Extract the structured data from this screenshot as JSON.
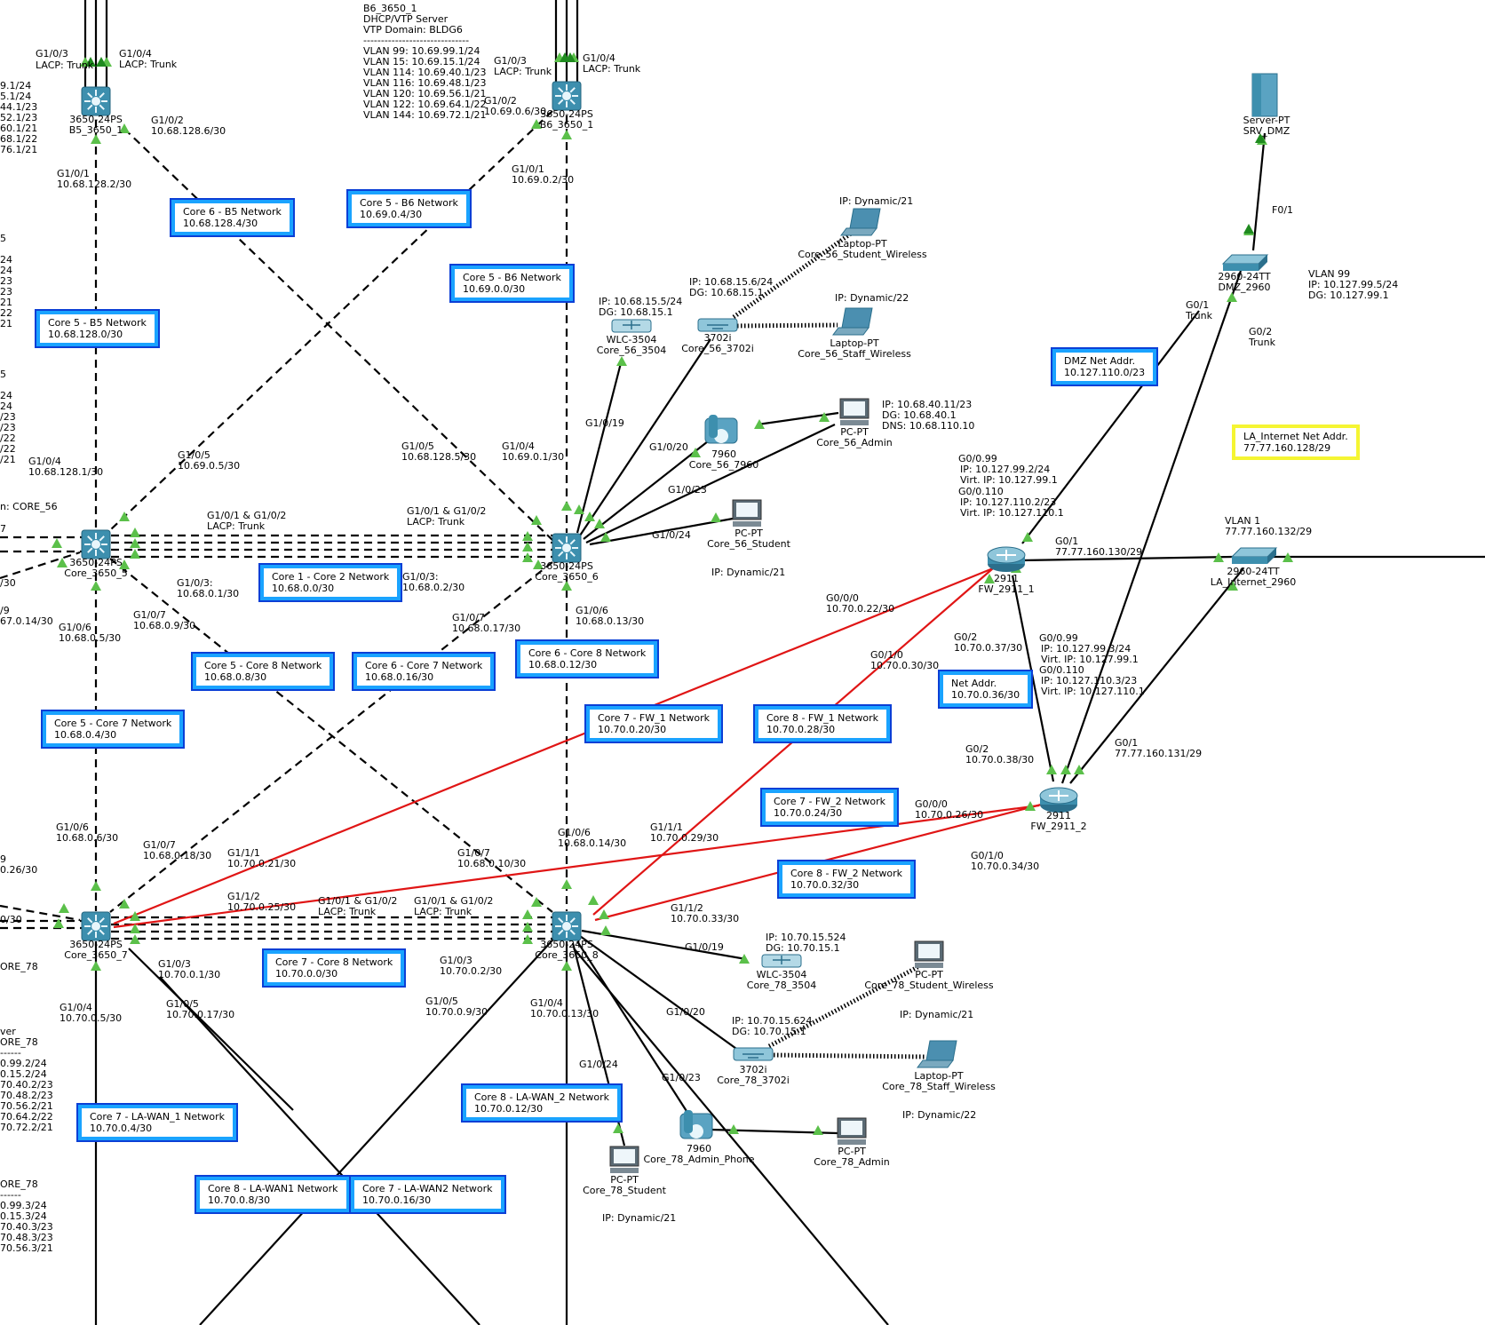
{
  "colors": {
    "ethernet": "#000000",
    "red_link": "#e01515",
    "port_up": "#5bc04a",
    "box_border": "#1aa3ff",
    "highlight_box": "#f5f532",
    "device": "#3d8fae"
  },
  "icons": {
    "switch_l3": "multilayer-switch-icon",
    "switch_l2": "switch-icon",
    "router": "router-icon",
    "pc": "pc-icon",
    "laptop": "laptop-icon",
    "phone": "ip-phone-icon",
    "ap": "access-point-icon",
    "wlc": "wireless-controller-icon",
    "server": "server-icon"
  },
  "devices": [
    {
      "id": "b5",
      "model": "3650-24PS",
      "name": "B5_3650_1",
      "kind": "l3"
    },
    {
      "id": "b6",
      "model": "3650-24PS",
      "name": "B6_3650_1",
      "kind": "l3"
    },
    {
      "id": "c5",
      "model": "3650-24PS",
      "name": "Core_3650_5",
      "kind": "l3"
    },
    {
      "id": "c6",
      "model": "3650-24PS",
      "name": "Core_3650_6",
      "kind": "l3"
    },
    {
      "id": "c7",
      "model": "3650-24PS",
      "name": "Core_3650_7",
      "kind": "l3"
    },
    {
      "id": "c8",
      "model": "3650-24PS",
      "name": "Core_3650_8",
      "kind": "l3"
    },
    {
      "id": "fw1",
      "model": "2911",
      "name": "FW_2911_1",
      "kind": "router"
    },
    {
      "id": "fw2",
      "model": "2911",
      "name": "FW_2911_2",
      "kind": "router"
    },
    {
      "id": "dmzsw",
      "model": "2960-24TT",
      "name": "DMZ_2960",
      "kind": "l2"
    },
    {
      "id": "inetsw",
      "model": "2960-24TT",
      "name": "LA_Internet_2960",
      "kind": "l2"
    },
    {
      "id": "srv",
      "model": "Server-PT",
      "name": "SRV_DMZ",
      "kind": "server"
    },
    {
      "id": "wlc56",
      "model": "WLC-3504",
      "name": "Core_56_3504",
      "kind": "wlc"
    },
    {
      "id": "ap56",
      "model": "3702i",
      "name": "Core_56_3702i",
      "kind": "ap"
    },
    {
      "id": "lap56s",
      "model": "Laptop-PT",
      "name": "Core_56_Student_Wireless",
      "kind": "laptop"
    },
    {
      "id": "lap56f",
      "model": "Laptop-PT",
      "name": "Core_56_Staff_Wireless",
      "kind": "laptop"
    },
    {
      "id": "ph56",
      "model": "7960",
      "name": "Core_56_7960",
      "kind": "phone"
    },
    {
      "id": "pc56a",
      "model": "PC-PT",
      "name": "Core_56_Admin",
      "kind": "pc"
    },
    {
      "id": "pc56s",
      "model": "PC-PT",
      "name": "Core_56_Student",
      "kind": "pc"
    },
    {
      "id": "wlc78",
      "model": "WLC-3504",
      "name": "Core_78_3504",
      "kind": "wlc"
    },
    {
      "id": "pc78sw",
      "model": "PC-PT",
      "name": "Core_78_Student_Wireless",
      "kind": "pc"
    },
    {
      "id": "ap78",
      "model": "3702i",
      "name": "Core_78_3702i",
      "kind": "ap"
    },
    {
      "id": "lap78f",
      "model": "Laptop-PT",
      "name": "Core_78_Staff_Wireless",
      "kind": "laptop"
    },
    {
      "id": "ph78",
      "model": "7960",
      "name": "Core_78_Admin_Phone",
      "kind": "phone"
    },
    {
      "id": "pc78a",
      "model": "PC-PT",
      "name": "Core_78_Admin",
      "kind": "pc"
    },
    {
      "id": "pc78s",
      "model": "PC-PT",
      "name": "Core_78_Student",
      "kind": "pc"
    }
  ],
  "networks": [
    {
      "name": "Core 6 - B5 Network",
      "addr": "10.68.128.4/30"
    },
    {
      "name": "Core 5 - B6 Network",
      "addr": "10.69.0.4/30"
    },
    {
      "name": "Core 5 - B6 Network",
      "addr": "10.69.0.0/30"
    },
    {
      "name": "Core 5 - B5 Network",
      "addr": "10.68.128.0/30"
    },
    {
      "name": "Core 1 - Core 2 Network",
      "addr": "10.68.0.0/30"
    },
    {
      "name": "Core 5 - Core 8 Network",
      "addr": "10.68.0.8/30"
    },
    {
      "name": "Core 6 - Core 7 Network",
      "addr": "10.68.0.16/30"
    },
    {
      "name": "Core 6 - Core 8 Network",
      "addr": "10.68.0.12/30"
    },
    {
      "name": "Core 5 - Core 7 Network",
      "addr": "10.68.0.4/30"
    },
    {
      "name": "Core 7 - FW_1 Network",
      "addr": "10.70.0.20/30"
    },
    {
      "name": "Core 8 - FW_1 Network",
      "addr": "10.70.0.28/30"
    },
    {
      "name": "Core 7 - FW_2 Network",
      "addr": "10.70.0.24/30"
    },
    {
      "name": "Core 8 - FW_2 Network",
      "addr": "10.70.0.32/30"
    },
    {
      "name": "Core 7 - Core 8 Network",
      "addr": "10.70.0.0/30"
    },
    {
      "name": "Core 8 - LA-WAN_2 Network",
      "addr": "10.70.0.12/30"
    },
    {
      "name": "Core 7 - LA-WAN_1 Network",
      "addr": "10.70.0.4/30"
    },
    {
      "name": "Core 8 - LA-WAN1 Network",
      "addr": "10.70.0.8/30"
    },
    {
      "name": "Core 7 - LA-WAN2 Network",
      "addr": "10.70.0.16/30"
    },
    {
      "name": "DMZ Net Addr.",
      "addr": "10.127.110.0/23"
    },
    {
      "name": "Net Addr.",
      "addr": "10.70.0.36/30"
    },
    {
      "name": "LA_Internet Net Addr.",
      "addr": "77.77.160.128/29"
    }
  ],
  "labels": [
    "B6_3650_1",
    "DHCP/VTP Server",
    "VTP Domain: BLDG6",
    "------------------------------",
    "VLAN 99: 10.69.99.1/24",
    "VLAN 15: 10.69.15.1/24",
    "VLAN 114: 10.69.40.1/23",
    "VLAN 116: 10.69.48.1/23",
    "VLAN 120: 10.69.56.1/21",
    "VLAN 122: 10.69.64.1/22",
    "VLAN 144: 10.69.72.1/21",
    "G1/0/3",
    "LACP: Trunk",
    "G1/0/4",
    "LACP: Trunk",
    "G1/0/2",
    "10.68.128.6/30",
    "G1/0/1",
    "10.68.128.2/30",
    "G1/0/3",
    "LACP: Trunk",
    "G1/0/4",
    "LACP: Trunk",
    "G1/0/2",
    "10.69.0.6/30",
    "G1/0/1",
    "10.69.0.2/30",
    "9.1/24",
    "5.1/24",
    "44.1/23",
    "52.1/23",
    "60.1/21",
    "68.1/22",
    "76.1/21",
    "24",
    "24",
    "23",
    "23",
    "21",
    "22",
    "21",
    "5",
    "24",
    "24",
    "/23",
    "/23",
    "/22",
    "/22",
    "/21",
    "5",
    "G1/0/4",
    "10.68.128.1/30",
    "G1/0/5",
    "10.69.0.5/30",
    "G1/0/5",
    "10.68.128.5/30",
    "G1/0/4",
    "10.69.0.1/30",
    "G1/0/1 & G1/0/2",
    "LACP: Trunk",
    "G1/0/1 & G1/0/2",
    "LACP: Trunk",
    "G1/0/3:",
    "10.68.0.1/30",
    "G1/0/3:",
    "10.68.0.2/30",
    "G1/0/6",
    "10.68.0.5/30",
    "G1/0/7",
    "10.68.0.9/30",
    "G1/0/7",
    "10.68.0.17/30",
    "G1/0/6",
    "10.68.0.13/30",
    "G1/0/19",
    "G1/0/20",
    "G1/0/23",
    "G1/0/24",
    "IP: 10.68.15.5/24",
    "DG: 10.68.15.1",
    "IP: 10.68.15.6/24",
    "DG: 10.68.15.1",
    "IP: Dynamic/21",
    "IP: Dynamic/22",
    "IP: 10.68.40.11/23",
    "DG: 10.68.40.1",
    "DNS: 10.68.110.10",
    "IP: Dynamic/21",
    "G1/0/6",
    "10.68.0.6/30",
    "G1/0/7",
    "10.68.0.18/30",
    "G1/1/1",
    "10.70.0.21/30",
    "G1/1/2",
    "10.70.0.25/30",
    "G1/0/1 & G1/0/2",
    "LACP: Trunk",
    "G1/0/1 & G1/0/2",
    "LACP: Trunk",
    "G1/0/7",
    "10.68.0.10/30",
    "G1/0/6",
    "10.68.0.14/30",
    "G1/1/1",
    "10.70.0.29/30",
    "G1/1/2",
    "10.70.0.33/30",
    "G1/0/3",
    "10.70.0.1/30",
    "G1/0/3",
    "10.70.0.2/30",
    "G1/0/4",
    "10.70.0.5/30",
    "G1/0/5",
    "10.70.0.17/30",
    "G1/0/5",
    "10.70.0.9/30",
    "G1/0/4",
    "10.70.0.13/30",
    "G1/0/19",
    "G1/0/20",
    "G1/0/23",
    "G1/0/24",
    "IP: 10.70.15.524",
    "DG: 10.70.15.1",
    "IP: 10.70.15.624",
    "DG: 10.70.15.1",
    "IP: Dynamic/21",
    "IP: Dynamic/22",
    "IP: Dynamic/21",
    "G0/0.99",
    "IP: 10.127.99.2/24",
    "Virt. IP: 10.127.99.1",
    "G0/0.110",
    "IP: 10.127.110.2/23",
    "Virt. IP: 10.127.110.1",
    "G0/1",
    "77.77.160.130/29",
    "G0/0/0",
    "10.70.0.22/30",
    "G0/1/0",
    "10.70.0.30/30",
    "G0/2",
    "10.70.0.37/30",
    "G0/0.99",
    "IP: 10.127.99.3/24",
    "Virt. IP: 10.127.99.1",
    "G0/0.110",
    "IP: 10.127.110.3/23",
    "Virt. IP: 10.127.110.1",
    "G0/2",
    "10.70.0.38/30",
    "G0/1",
    "77.77.160.131/29",
    "G0/0/0",
    "10.70.0.26/30",
    "G0/1/0",
    "10.70.0.34/30",
    "F0/1",
    "G0/1",
    "Trunk",
    "G0/2",
    "Trunk",
    "VLAN 99",
    "IP: 10.127.99.5/24",
    "DG: 10.127.99.1",
    "VLAN 1",
    "77.77.160.132/29",
    "9",
    "0.26/30",
    "0/30",
    "ORE_78",
    "ver",
    "ORE_78",
    "------",
    "0.99.2/24",
    "0.15.2/24",
    "70.40.2/23",
    "70.48.2/23",
    "70.56.2/21",
    "70.64.2/22",
    "70.72.2/21",
    "ORE_78",
    "------",
    "0.99.3/24",
    "0.15.3/24",
    "70.40.3/23",
    "70.48.3/23",
    "70.56.3/21",
    "n: CORE_56",
    "7",
    "/30",
    "/9",
    "67.0.14/30"
  ]
}
